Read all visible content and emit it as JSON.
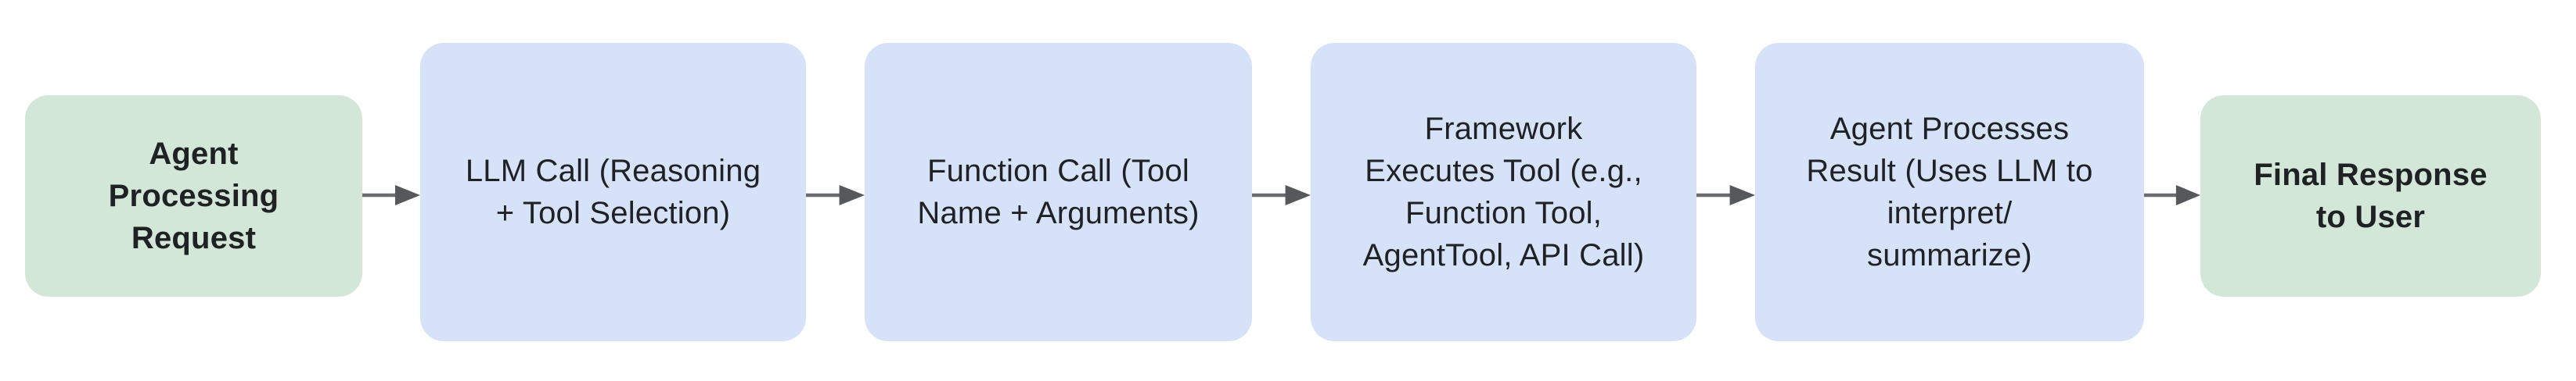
{
  "flow": {
    "background": "#FFFFFF",
    "colors": {
      "node_green": "#D2E7D8",
      "node_blue": "#D6E2F8",
      "text": "#1F2124",
      "arrow_line": "#6A6C70",
      "arrow_head": "#56585C"
    },
    "nodes": [
      {
        "id": "agent-processing-request",
        "type": "start",
        "label": "Agent\nProcessing\nRequest"
      },
      {
        "id": "llm-call",
        "type": "process",
        "label": "LLM Call (Reasoning\n+ Tool Selection)"
      },
      {
        "id": "function-call",
        "type": "process",
        "label": "Function Call (Tool\nName + Arguments)"
      },
      {
        "id": "framework-executes-tool",
        "type": "process",
        "label": "Framework\nExecutes Tool (e.g.,\nFunction Tool,\nAgentTool, API Call)"
      },
      {
        "id": "agent-processes-result",
        "type": "process",
        "label": "Agent Processes\nResult (Uses LLM to\ninterpret/\nsummarize)"
      },
      {
        "id": "final-response-to-user",
        "type": "end",
        "label": "Final Response\nto User"
      }
    ],
    "edges": [
      {
        "from": "agent-processing-request",
        "to": "llm-call"
      },
      {
        "from": "llm-call",
        "to": "function-call"
      },
      {
        "from": "function-call",
        "to": "framework-executes-tool"
      },
      {
        "from": "framework-executes-tool",
        "to": "agent-processes-result"
      },
      {
        "from": "agent-processes-result",
        "to": "final-response-to-user"
      }
    ]
  }
}
